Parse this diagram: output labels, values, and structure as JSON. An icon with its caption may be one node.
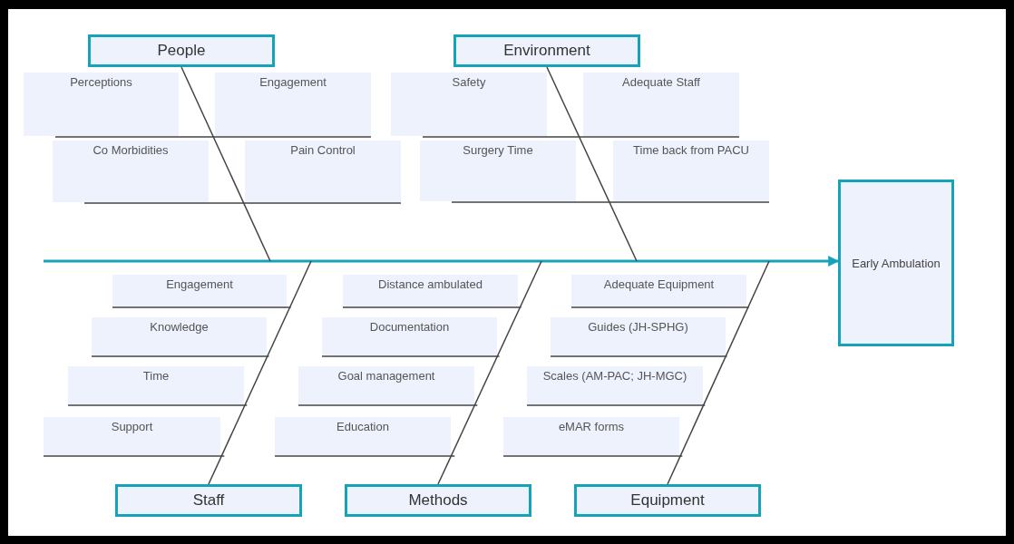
{
  "diagram": {
    "nodes": [
      {
        "text": [
          "People"
        ]
      },
      {
        "text": [
          "Perceptions"
        ]
      },
      {
        "text": [
          "Engagement"
        ]
      },
      {
        "text": [
          "Co Morbidities"
        ]
      },
      {
        "text": [
          "Pain Control"
        ]
      },
      {
        "text": [
          "Environment"
        ]
      },
      {
        "text": [
          "Safety"
        ]
      },
      {
        "text": [
          "Adequate Staff"
        ]
      },
      {
        "text": [
          "Surgery Time"
        ]
      },
      {
        "text": [
          "Time back from PACU"
        ]
      },
      {
        "text": [
          "Early Ambulation"
        ]
      },
      {
        "text": [
          "Staff"
        ]
      },
      {
        "text": [
          "Engagement"
        ]
      },
      {
        "text": [
          "Knowledge"
        ]
      },
      {
        "text": [
          "Time"
        ]
      },
      {
        "text": [
          "Support"
        ]
      },
      {
        "text": [
          "Methods"
        ]
      },
      {
        "text": [
          "Distance ambulated"
        ]
      },
      {
        "text": [
          "Documentation"
        ]
      },
      {
        "text": [
          "Goal management"
        ]
      },
      {
        "text": [
          "Education"
        ]
      },
      {
        "text": [
          "Equipment"
        ]
      },
      {
        "text": [
          "Adequate Equipment"
        ]
      },
      {
        "text": [
          "Guides (JH-SPHG)"
        ]
      },
      {
        "text": [
          "Scales (AM-PAC; JH-MGC)"
        ]
      },
      {
        "text": [
          "eMAR forms"
        ]
      }
    ],
    "edges": [
      {
        "from": null,
        "to": 10,
        "arrow": "to",
        "color": "#17a2bb"
      },
      {
        "from": 0,
        "to": null,
        "arrow": "none"
      },
      {
        "from": 1,
        "to": 2,
        "arrow": "none"
      },
      {
        "from": 3,
        "to": 4,
        "arrow": "none"
      },
      {
        "from": 5,
        "to": null,
        "arrow": "none"
      },
      {
        "from": 6,
        "to": 7,
        "arrow": "none"
      },
      {
        "from": 8,
        "to": 9,
        "arrow": "none"
      },
      {
        "from": 11,
        "to": null,
        "arrow": "none"
      },
      {
        "from": 12,
        "to": null,
        "arrow": "none"
      },
      {
        "from": 13,
        "to": null,
        "arrow": "none"
      },
      {
        "from": 14,
        "to": null,
        "arrow": "none"
      },
      {
        "from": 15,
        "to": null,
        "arrow": "none"
      },
      {
        "from": 16,
        "to": null,
        "arrow": "none"
      },
      {
        "from": 17,
        "to": null,
        "arrow": "none"
      },
      {
        "from": 18,
        "to": null,
        "arrow": "none"
      },
      {
        "from": 19,
        "to": null,
        "arrow": "none"
      },
      {
        "from": 20,
        "to": null,
        "arrow": "none"
      },
      {
        "from": 21,
        "to": null,
        "arrow": "none"
      },
      {
        "from": 22,
        "to": null,
        "arrow": "none"
      },
      {
        "from": 23,
        "to": null,
        "arrow": "none"
      },
      {
        "from": 24,
        "to": null,
        "arrow": "none"
      },
      {
        "from": 25,
        "to": null,
        "arrow": "none"
      }
    ]
  }
}
